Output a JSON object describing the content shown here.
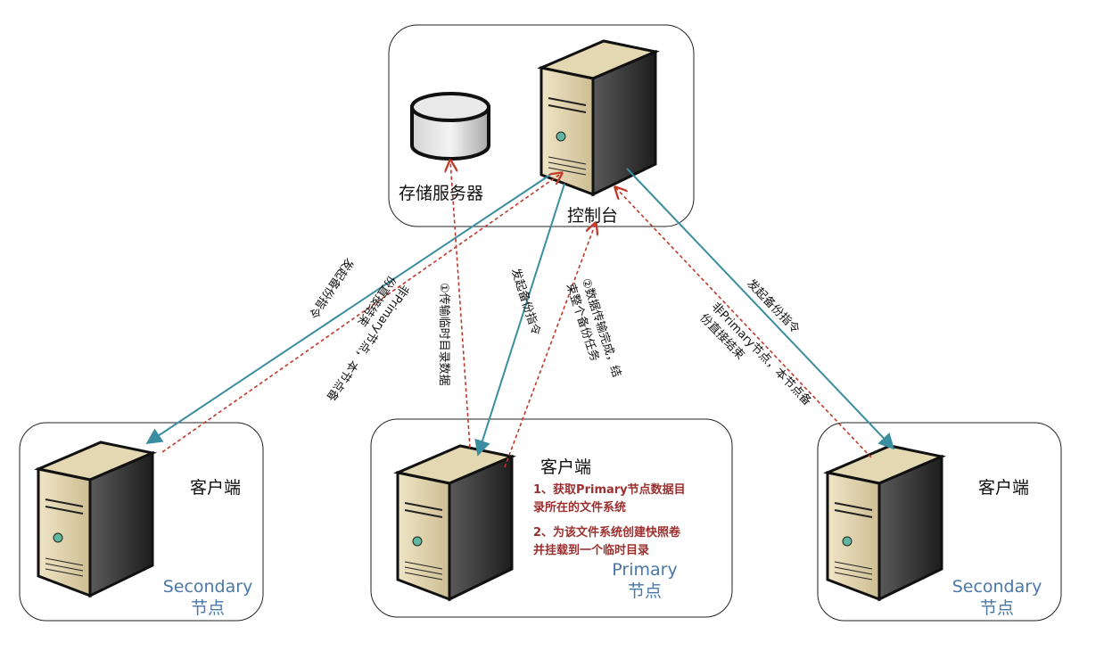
{
  "top_box": {
    "storage_label": "存储服务器",
    "console_label": "控制台"
  },
  "left_box": {
    "client_label": "客户端",
    "role_line1": "Secondary",
    "role_line2": "节点"
  },
  "center_box": {
    "client_label": "客户端",
    "role_line1": "Primary",
    "role_line2": "节点",
    "note1_line1": "1、获取Primary节点数据目",
    "note1_line2": "录所在的文件系统",
    "note2_line1": "2、为该文件系统创建快照卷",
    "note2_line2": "并挂载到一个临时目录"
  },
  "right_box": {
    "client_label": "客户端",
    "role_line1": "Secondary",
    "role_line2": "节点"
  },
  "arrows": {
    "left_cmd": "发起备份指令",
    "left_done_line1": "非Primary节点，本节点备",
    "left_done_line2": "份直接结束",
    "center_transfer": "①传输临时目录数据",
    "center_cmd": "发起备份指令",
    "center_done_line1": "②数据传输完成，结",
    "center_done_line2": "束整个备份任务",
    "right_cmd": "发起备份指令",
    "right_done_line1": "非Primary节点，本节点备",
    "right_done_line2": "份直接结束"
  },
  "colors": {
    "solid_arrow": "#3b8ea0",
    "dashed_arrow": "#c0392b",
    "role_text": "#4a78a8",
    "note_text": "#9b2f2f"
  }
}
